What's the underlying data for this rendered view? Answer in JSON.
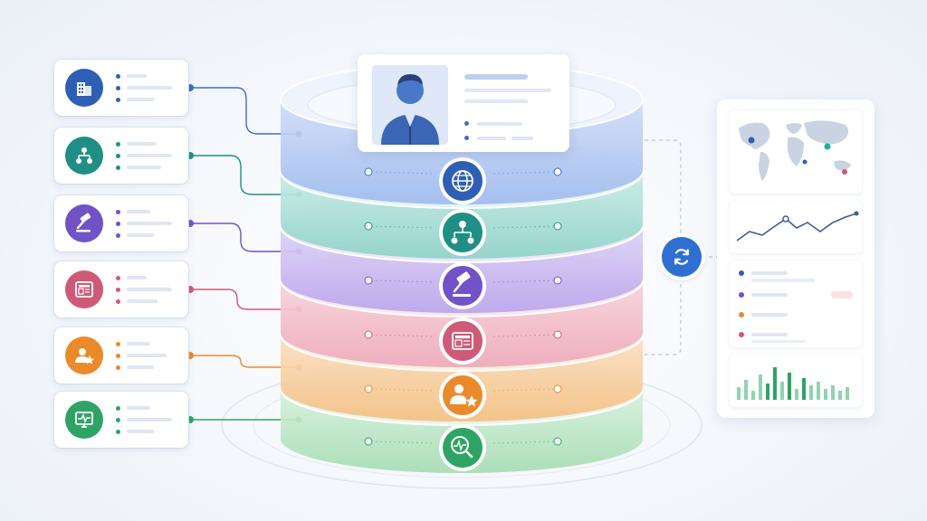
{
  "palette": {
    "blue": "#3a6fc8",
    "teal": "#1f8f86",
    "purple": "#7152c7",
    "pink": "#cf5a78",
    "orange": "#ea8a2a",
    "green": "#2ea464",
    "sync": "#2f6fd1"
  },
  "layers": [
    {
      "key": "global",
      "icon": "globe-icon",
      "color": "#2f5fb5"
    },
    {
      "key": "structure",
      "icon": "org-chart-icon",
      "color": "#1f8f86"
    },
    {
      "key": "legal",
      "icon": "gavel-icon",
      "color": "#7152c7"
    },
    {
      "key": "news",
      "icon": "newspaper-icon",
      "color": "#cf5a78"
    },
    {
      "key": "reputation",
      "icon": "user-star-icon",
      "color": "#ea8a2a"
    },
    {
      "key": "monitoring",
      "icon": "magnifier-pulse-icon",
      "color": "#2ea464"
    }
  ],
  "cards": [
    {
      "icon": "building-icon",
      "color": "#2f5fb5"
    },
    {
      "icon": "org-chart-icon",
      "color": "#1f8f86"
    },
    {
      "icon": "gavel-icon",
      "color": "#7152c7"
    },
    {
      "icon": "newspaper-icon",
      "color": "#cf5a78"
    },
    {
      "icon": "user-star-icon",
      "color": "#ea8a2a"
    },
    {
      "icon": "monitor-pulse-icon",
      "color": "#2ea464"
    }
  ],
  "dashboard": {
    "map_icon": "world-map-icon",
    "trend_icon": "line-trend-icon",
    "list_dot_colors": [
      "#2f5fb5",
      "#7152c7",
      "#ea8a2a",
      "#cf5a78"
    ],
    "badge_color": "#f7c9cf",
    "bars_icon": "bar-chart-icon"
  },
  "sync_icon": "refresh-icon",
  "profile_icon": "person-avatar-icon"
}
